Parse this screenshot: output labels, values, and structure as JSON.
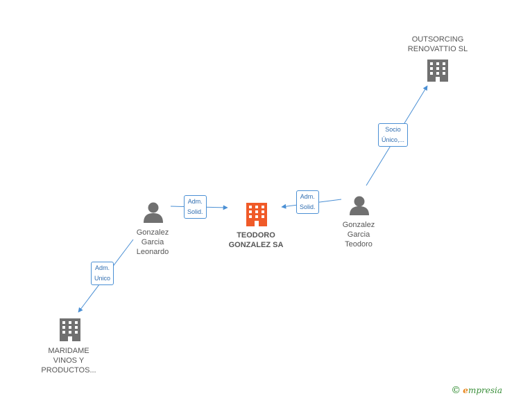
{
  "nodes": {
    "outsorcing": {
      "lines": [
        "OUTSORCING",
        "RENOVATTIO  SL"
      ],
      "type": "company"
    },
    "teodoro_sa": {
      "lines": [
        "TEODORO",
        "GONZALEZ SA"
      ],
      "type": "company-main"
    },
    "maridame": {
      "lines": [
        "MARIDAME",
        "VINOS Y",
        "PRODUCTOS..."
      ],
      "type": "company"
    },
    "leonardo": {
      "lines": [
        "Gonzalez",
        "Garcia",
        "Leonardo"
      ],
      "type": "person"
    },
    "teodoro": {
      "lines": [
        "Gonzalez",
        "Garcia",
        "Teodoro"
      ],
      "type": "person"
    }
  },
  "edges": {
    "socio": {
      "lines": [
        "Socio",
        "Único,..."
      ]
    },
    "adm_solid_left": {
      "lines": [
        "Adm.",
        "Solid."
      ]
    },
    "adm_solid_right": {
      "lines": [
        "Adm.",
        "Solid."
      ]
    },
    "adm_unico": {
      "lines": [
        "Adm.",
        "Unico"
      ]
    }
  },
  "colors": {
    "company": "#707070",
    "company_main": "#f05a28",
    "person": "#707070",
    "edge": "#4a8fd4"
  },
  "brand": {
    "copyright": "©",
    "first_letter": "e",
    "rest": "mpresia"
  }
}
